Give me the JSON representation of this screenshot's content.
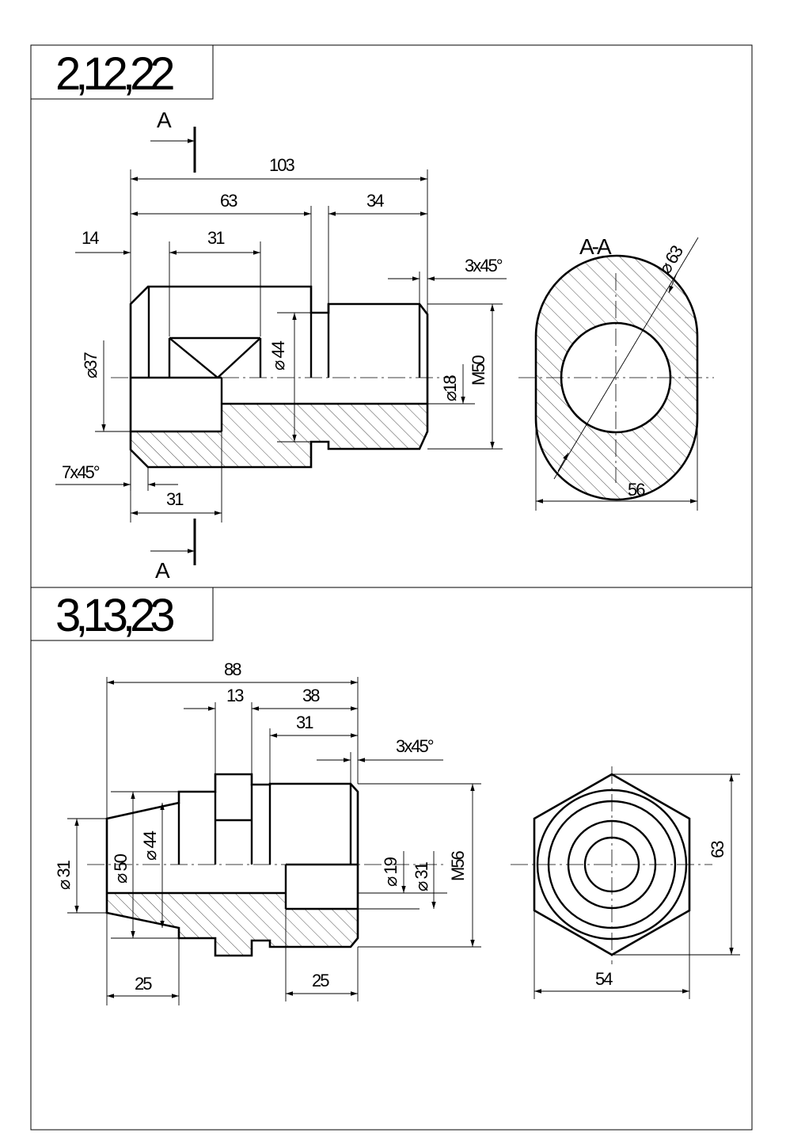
{
  "frame": {
    "panel1_title": "2,12,22",
    "panel2_title": "3,13,23"
  },
  "part1": {
    "section_mark_top": "A",
    "section_mark_bottom": "A",
    "section_label": "A-A",
    "dims": {
      "total_length": "103",
      "len_63": "63",
      "len_34": "34",
      "len_14": "14",
      "len_31_top": "31",
      "chamfer_right": "3x45°",
      "chamfer_left": "7x45°",
      "len_31_bottom": "31",
      "dia_37": "⌀37",
      "dia_44": "⌀ 44",
      "dia_18": "⌀18",
      "thread_m50": "M50",
      "dia_63": "⌀ 63",
      "width_56": "56"
    }
  },
  "part2": {
    "dims": {
      "total_length": "88",
      "len_13": "13",
      "len_38": "38",
      "len_31": "31",
      "chamfer": "3x45°",
      "dia_31_left": "⌀ 31",
      "dia_50": "⌀ 50",
      "dia_44": "⌀ 44",
      "dia_19": "⌀ 19",
      "dia_31_right": "⌀ 31",
      "thread_m56": "M56",
      "len_25_left": "25",
      "len_25_right": "25",
      "hex_63": "63",
      "hex_54": "54"
    }
  }
}
